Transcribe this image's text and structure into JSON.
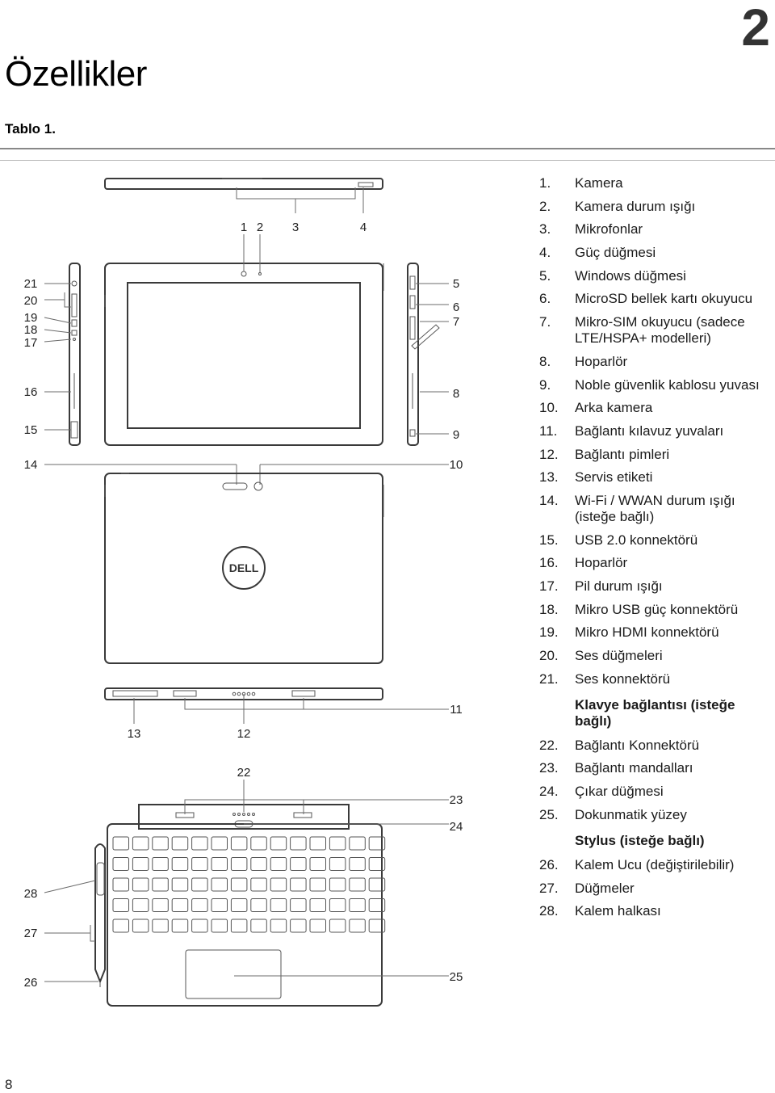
{
  "chapter_number": "2",
  "title": "Özellikler",
  "table_caption": "Tablo 1.",
  "page_number": "8",
  "logo_text": "DELL",
  "callout_numbers": [
    "1",
    "2",
    "3",
    "4",
    "5",
    "6",
    "7",
    "8",
    "9",
    "10",
    "11",
    "12",
    "13",
    "14",
    "15",
    "16",
    "17",
    "18",
    "19",
    "20",
    "21",
    "22",
    "23",
    "24",
    "25",
    "26",
    "27",
    "28"
  ],
  "legend_groups": [
    {
      "heading": "",
      "items": [
        {
          "n": "1.",
          "label": "Kamera"
        },
        {
          "n": "2.",
          "label": "Kamera durum ışığı"
        },
        {
          "n": "3.",
          "label": "Mikrofonlar"
        },
        {
          "n": "4.",
          "label": "Güç düğmesi"
        },
        {
          "n": "5.",
          "label": "Windows düğmesi"
        },
        {
          "n": "6.",
          "label": "MicroSD bellek kartı okuyucu"
        },
        {
          "n": "7.",
          "label": "Mikro-SIM okuyucu (sadece LTE/HSPA+ modelleri)"
        },
        {
          "n": "8.",
          "label": "Hoparlör"
        },
        {
          "n": "9.",
          "label": "Noble güvenlik kablosu yuvası"
        },
        {
          "n": "10.",
          "label": "Arka kamera"
        },
        {
          "n": "11.",
          "label": "Bağlantı kılavuz yuvaları"
        },
        {
          "n": "12.",
          "label": "Bağlantı pimleri"
        },
        {
          "n": "13.",
          "label": "Servis etiketi"
        },
        {
          "n": "14.",
          "label": "Wi-Fi / WWAN durum ışığı (isteğe bağlı)"
        },
        {
          "n": "15.",
          "label": "USB 2.0 konnektörü"
        },
        {
          "n": "16.",
          "label": "Hoparlör"
        },
        {
          "n": "17.",
          "label": "Pil durum ışığı"
        },
        {
          "n": "18.",
          "label": "Mikro USB güç konnektörü"
        },
        {
          "n": "19.",
          "label": "Mikro HDMI konnektörü"
        },
        {
          "n": "20.",
          "label": "Ses düğmeleri"
        },
        {
          "n": "21.",
          "label": "Ses konnektörü"
        }
      ]
    },
    {
      "heading": "Klavye bağlantısı (isteğe bağlı)",
      "items": [
        {
          "n": "22.",
          "label": "Bağlantı Konnektörü"
        },
        {
          "n": "23.",
          "label": "Bağlantı mandalları"
        },
        {
          "n": "24.",
          "label": "Çıkar düğmesi"
        },
        {
          "n": "25.",
          "label": "Dokunmatik yüzey"
        }
      ]
    },
    {
      "heading": "Stylus (isteğe bağlı)",
      "items": [
        {
          "n": "26.",
          "label": "Kalem Ucu (değiştirilebilir)"
        },
        {
          "n": "27.",
          "label": "Düğmeler"
        },
        {
          "n": "28.",
          "label": "Kalem halkası"
        }
      ]
    }
  ]
}
